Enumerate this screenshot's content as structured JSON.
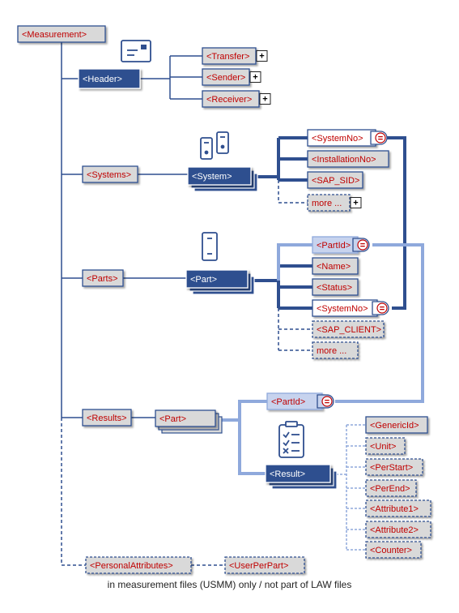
{
  "root": "<Measurement>",
  "header": {
    "label": "<Header>",
    "icon": "card-icon",
    "children": [
      {
        "label": "<Transfer>",
        "more": "+"
      },
      {
        "label": "<Sender>",
        "more": "+"
      },
      {
        "label": "<Receiver>",
        "more": "+"
      }
    ]
  },
  "systems": {
    "label": "<Systems>",
    "item": "<System>",
    "icon": "servers-icon",
    "children": [
      {
        "label": "<SystemNo>",
        "key": "="
      },
      {
        "label": "<InstallationNo>"
      },
      {
        "label": "<SAP_SID>"
      },
      {
        "label": "more ...",
        "more": "+"
      }
    ]
  },
  "parts": {
    "label": "<Parts>",
    "item": "<Part>",
    "icon": "server-icon",
    "children": [
      {
        "label": "<PartId>",
        "key": "="
      },
      {
        "label": "<Name>"
      },
      {
        "label": "<Status>"
      },
      {
        "label": "<SystemNo>",
        "key": "="
      },
      {
        "label": "<SAP_CLIENT>"
      },
      {
        "label": "more ..."
      }
    ]
  },
  "results": {
    "label": "<Results>",
    "item": "<Part>",
    "part_id": {
      "label": "<PartId>",
      "key": "="
    },
    "result": "<Result>",
    "icon": "checklist-icon",
    "children": [
      {
        "label": "<GenericId>"
      },
      {
        "label": "<Unit>"
      },
      {
        "label": "<PerStart>"
      },
      {
        "label": "<PerEnd>"
      },
      {
        "label": "<Attribute1>"
      },
      {
        "label": "<Attribute2>"
      },
      {
        "label": "<Counter>"
      }
    ]
  },
  "personal": {
    "label": "<PersonalAttributes>",
    "child": "<UserPerPart>"
  },
  "caption": "in measurement files (USMM) only / not part of LAW files",
  "colors": {
    "dark_blue": "#2f4f8f",
    "light_blue": "#8fa9dc",
    "box_fill": "#d9d9d9",
    "text_red": "#c00000"
  }
}
